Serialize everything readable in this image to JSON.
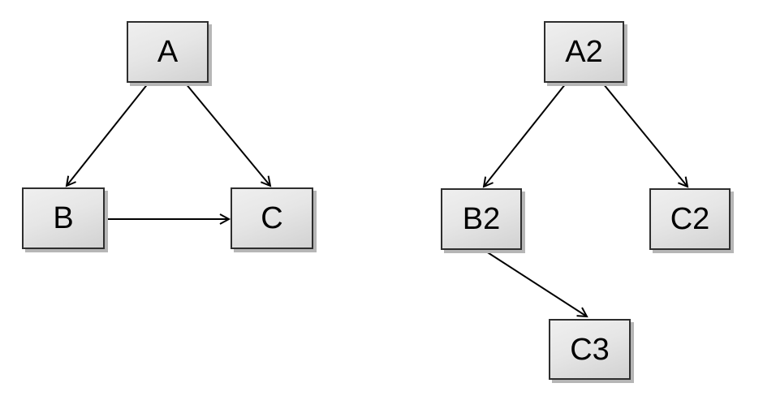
{
  "background_color": "#ffffff",
  "node_style": {
    "fill_top": "#efefef",
    "fill_bottom": "#d2d2d2",
    "border_color": "#2e2e2e",
    "shadow_color": "#b6b6b6",
    "text_color": "#000000"
  },
  "edge_style": {
    "line_color": "#000000",
    "arrowhead": "open-v"
  },
  "graphs": [
    {
      "name": "left-graph",
      "nodes": [
        {
          "id": "A",
          "label": "A"
        },
        {
          "id": "B",
          "label": "B"
        },
        {
          "id": "C",
          "label": "C"
        }
      ],
      "edges": [
        {
          "from": "A",
          "to": "B"
        },
        {
          "from": "A",
          "to": "C"
        },
        {
          "from": "B",
          "to": "C"
        }
      ]
    },
    {
      "name": "right-graph",
      "nodes": [
        {
          "id": "A2",
          "label": "A2"
        },
        {
          "id": "B2",
          "label": "B2"
        },
        {
          "id": "C2",
          "label": "C2"
        },
        {
          "id": "C3",
          "label": "C3"
        }
      ],
      "edges": [
        {
          "from": "A2",
          "to": "B2"
        },
        {
          "from": "A2",
          "to": "C2"
        },
        {
          "from": "B2",
          "to": "C3"
        }
      ]
    }
  ]
}
